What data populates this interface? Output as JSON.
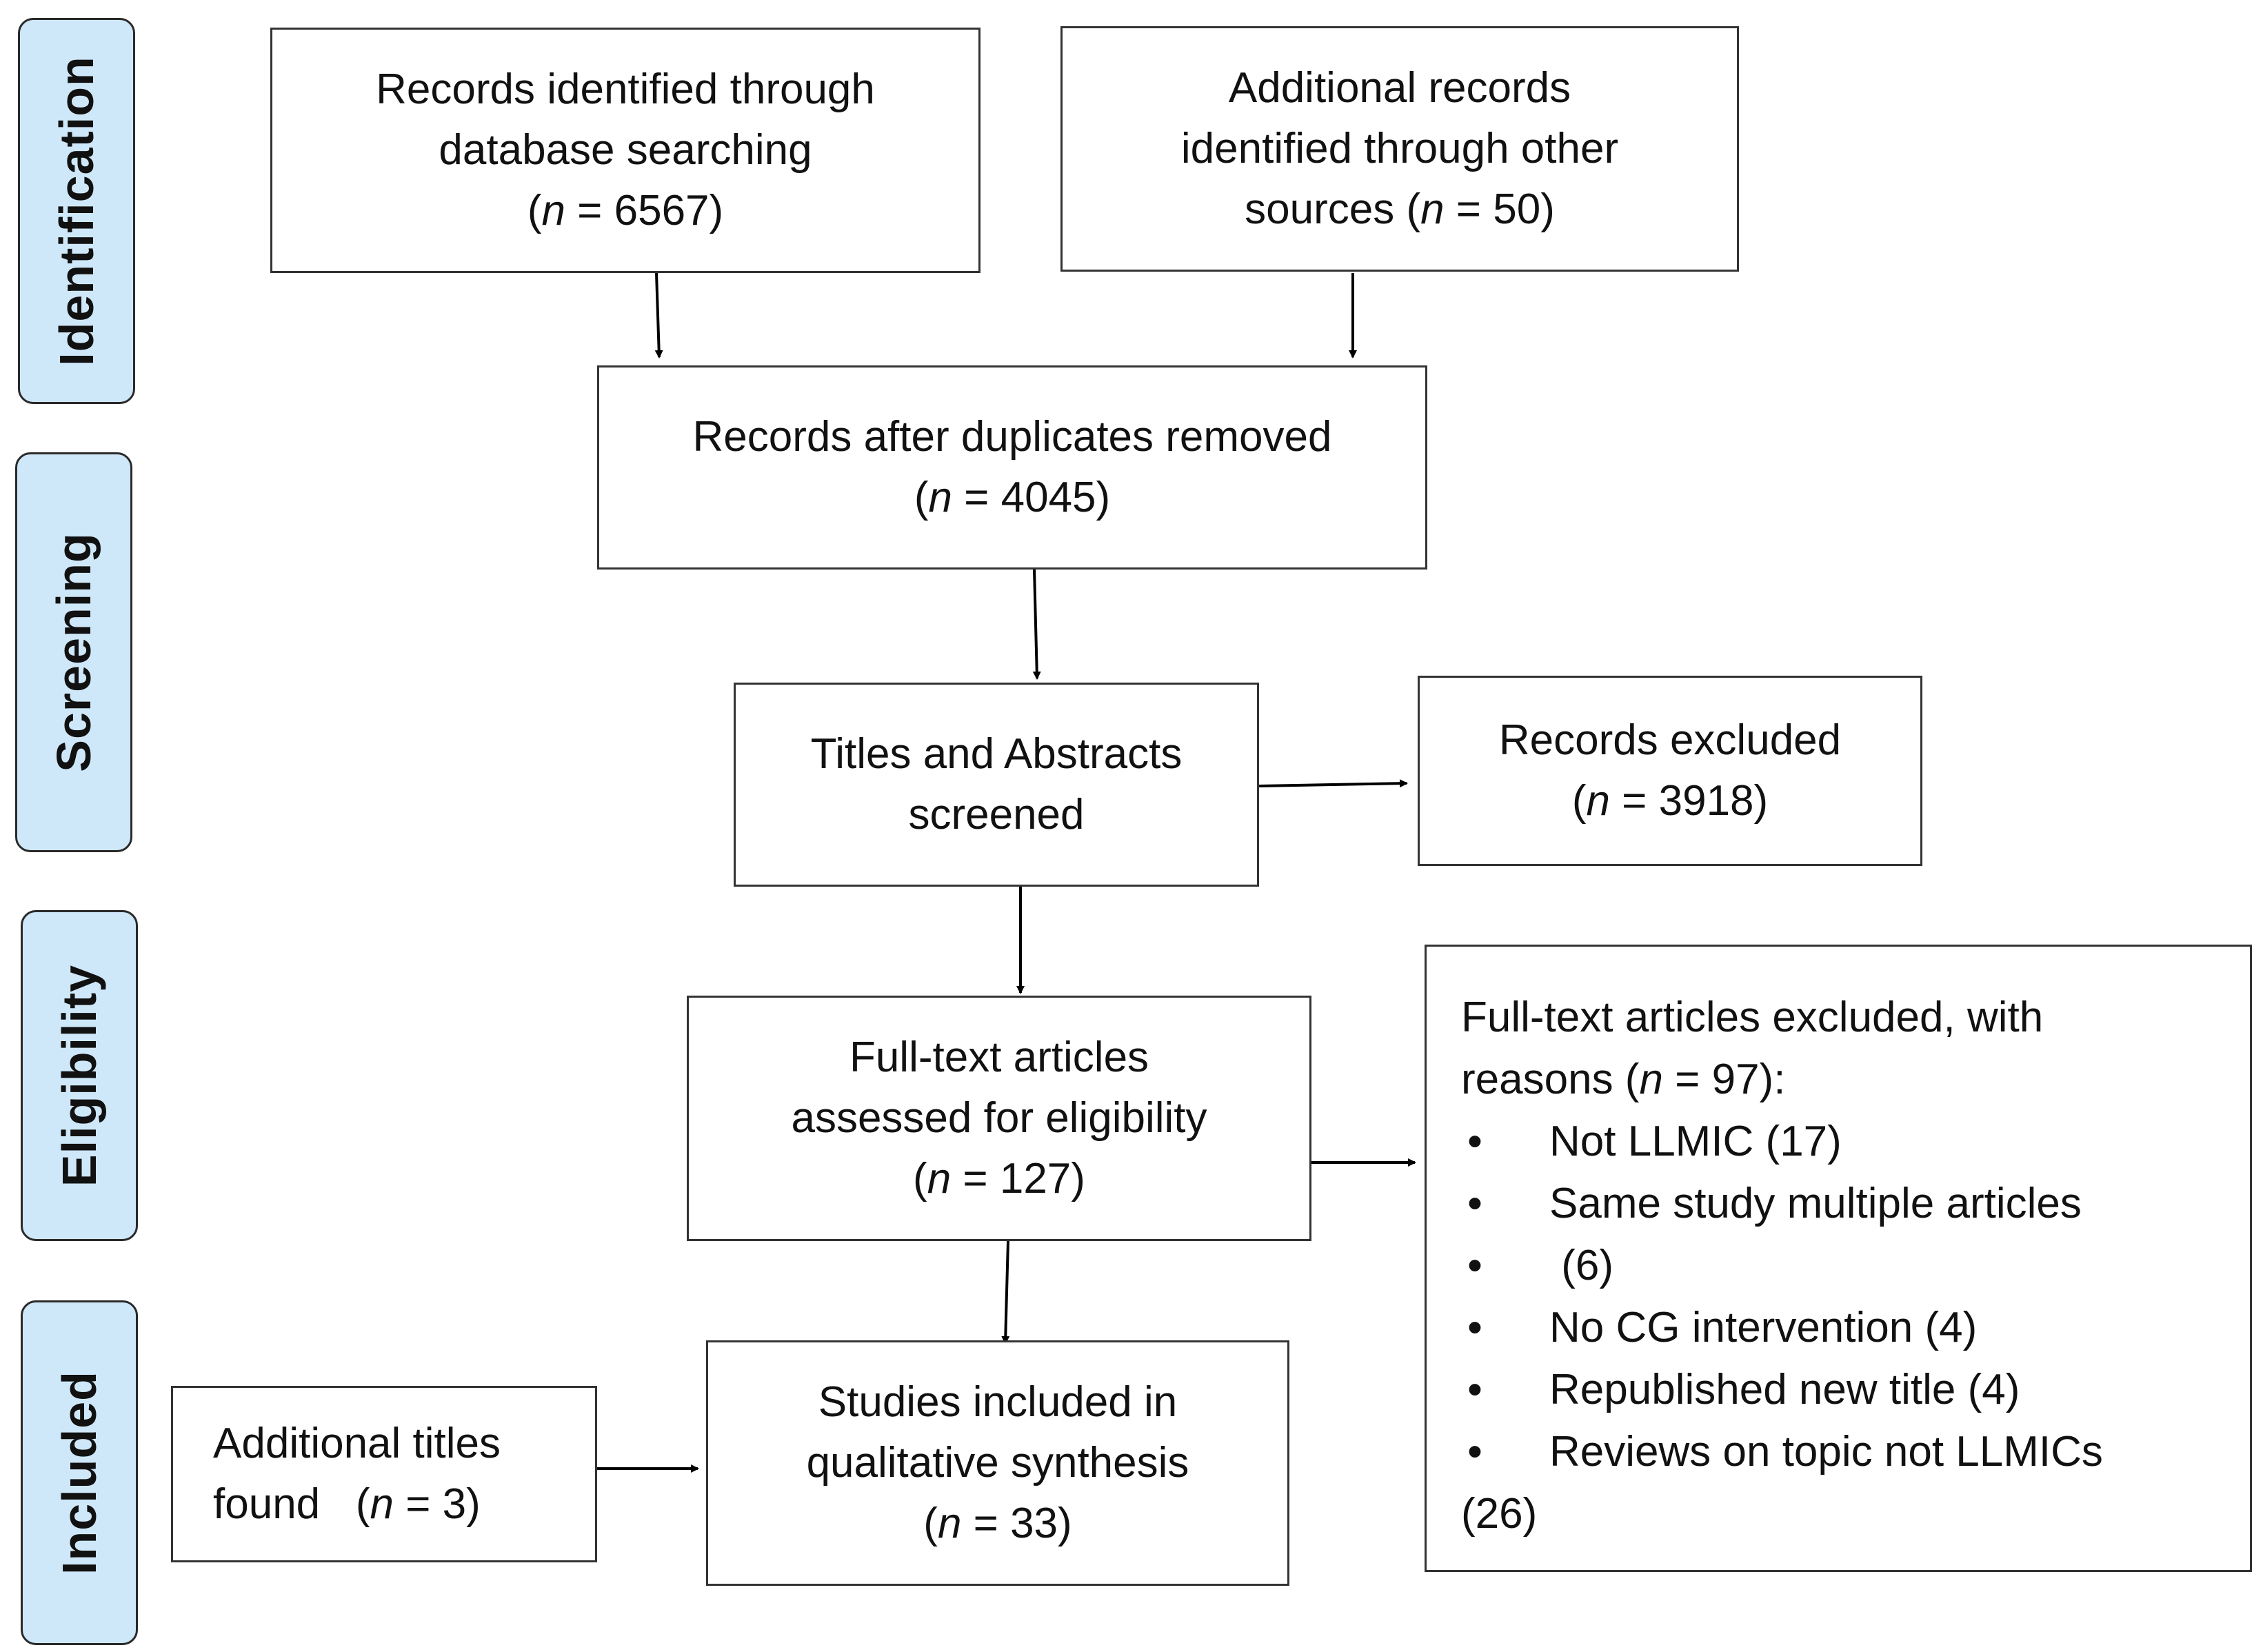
{
  "stages": {
    "identification": "Identification",
    "screening": "Screening",
    "eligibility": "Eligibility",
    "included": "Included"
  },
  "boxes": {
    "database": {
      "lines": [
        "Records identified through",
        "database searching"
      ],
      "count_prefix": "(",
      "n_label": "n",
      "count_suffix": " = 6567)"
    },
    "other_sources": {
      "lines": [
        "Additional records",
        "identified through other"
      ],
      "count_prefix": "sources (",
      "n_label": "n",
      "count_suffix": " = 50)"
    },
    "after_duplicates": {
      "lines": [
        "Records after duplicates removed"
      ],
      "count_prefix": "(",
      "n_label": "n",
      "count_suffix": " = 4045)"
    },
    "screened": {
      "lines": [
        "Titles and Abstracts",
        "screened"
      ]
    },
    "records_excluded": {
      "lines": [
        "Records excluded"
      ],
      "count_prefix": "(",
      "n_label": "n",
      "count_suffix": " = 3918)"
    },
    "full_text": {
      "lines": [
        "Full-text articles",
        "assessed for eligibility"
      ],
      "count_prefix": "(",
      "n_label": "n",
      "count_suffix": " = 127)"
    },
    "included": {
      "lines": [
        "Studies included in",
        "qualitative synthesis"
      ],
      "count_prefix": "(",
      "n_label": "n",
      "count_suffix": " = 33)"
    },
    "additional_titles": {
      "line1": "Additional titles",
      "count_prefix": "found   (",
      "n_label": "n",
      "count_suffix": " = 3)"
    },
    "fulltext_excluded": {
      "head1": "Full-text articles excluded, with",
      "head2_prefix": "reasons (",
      "n_label": "n",
      "head2_suffix": " = 97):",
      "bullet": "•",
      "items": [
        "Not LLMIC (17)",
        "Same study multiple articles",
        " (6)",
        "No CG intervention (4)",
        "Republished new title (4)",
        "Reviews on topic not LLMICs",
        ""
      ],
      "continuation": "(26)"
    }
  }
}
